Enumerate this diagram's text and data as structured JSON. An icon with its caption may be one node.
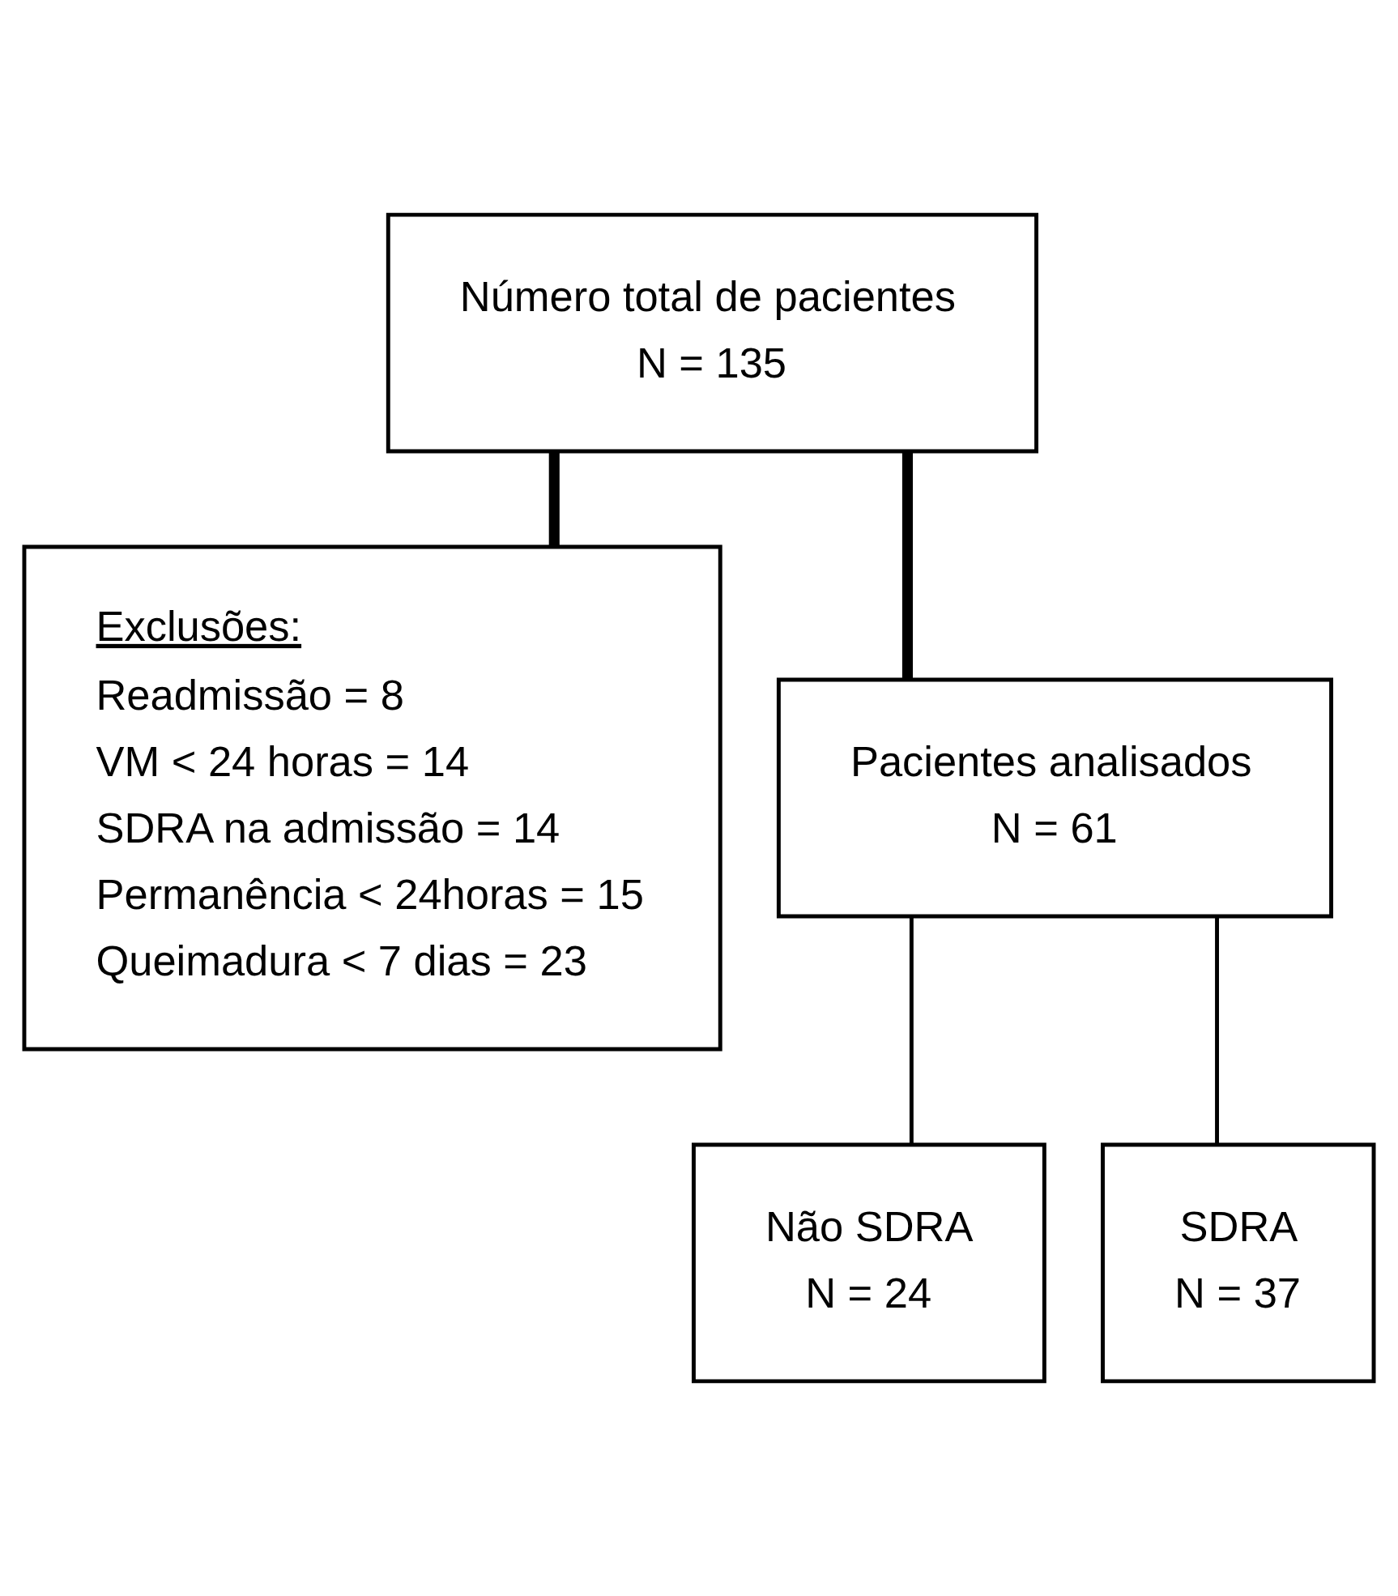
{
  "diagram": {
    "nodes": [
      {
        "text": [
          "Número total de pacientes",
          "N = 135"
        ]
      },
      {
        "text": [
          "Exclusões:",
          "Readmissão = 8",
          "VM < 24 horas = 14",
          "SDRA na admissão = 14",
          "Permanência < 24horas = 15",
          "Queimadura < 7 dias = 23"
        ]
      },
      {
        "text": [
          "Pacientes analisados",
          "N = 61"
        ]
      },
      {
        "text": [
          "Não SDRA",
          "N = 24"
        ]
      },
      {
        "text": [
          "SDRA",
          "N = 37"
        ]
      }
    ],
    "edges": [
      {
        "from": 0,
        "to": 1,
        "arrow": "none",
        "style": "thick"
      },
      {
        "from": 0,
        "to": 2,
        "arrow": "none",
        "style": "thick"
      },
      {
        "from": 2,
        "to": 3,
        "arrow": "none"
      },
      {
        "from": 2,
        "to": 4,
        "arrow": "none"
      }
    ]
  }
}
